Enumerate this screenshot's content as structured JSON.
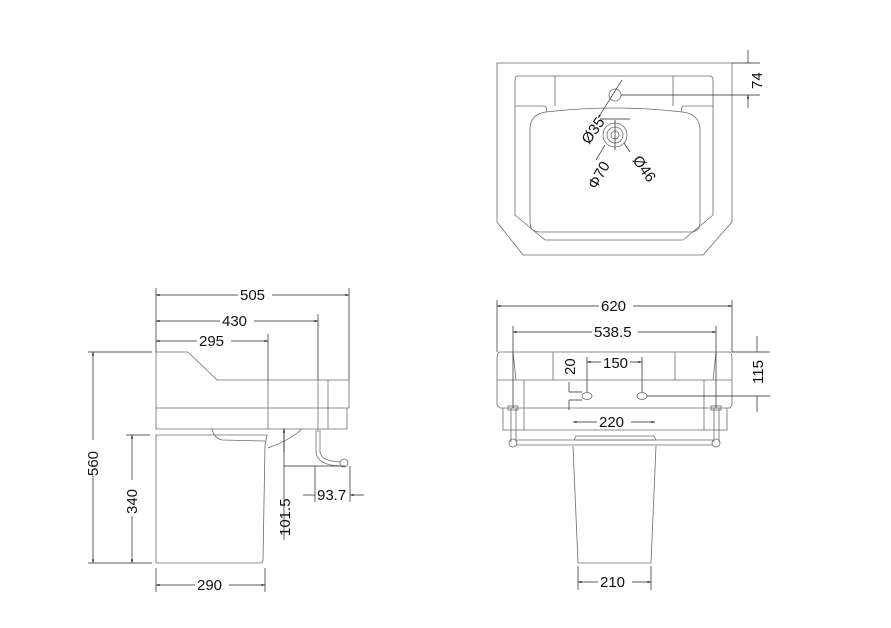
{
  "title": "Basin and pedestal dimension drawing",
  "top_view": {
    "tap_hole": "Ø35",
    "waste_outer": "Φ70",
    "waste_inner": "Ø46",
    "tap_offset": "74"
  },
  "side_view": {
    "depth_overall": "505",
    "depth_430": "430",
    "depth_295": "295",
    "height_overall": "560",
    "pedestal_height": "340",
    "pedestal_depth": "290",
    "trap_drop": "101.5",
    "trap_projection": "93.7"
  },
  "front_view": {
    "width_overall": "620",
    "width_538": "538.5",
    "hole_spacing": "150",
    "hole_size": "20",
    "height_115": "115",
    "rail_spacing": "220",
    "pedestal_width": "210"
  }
}
